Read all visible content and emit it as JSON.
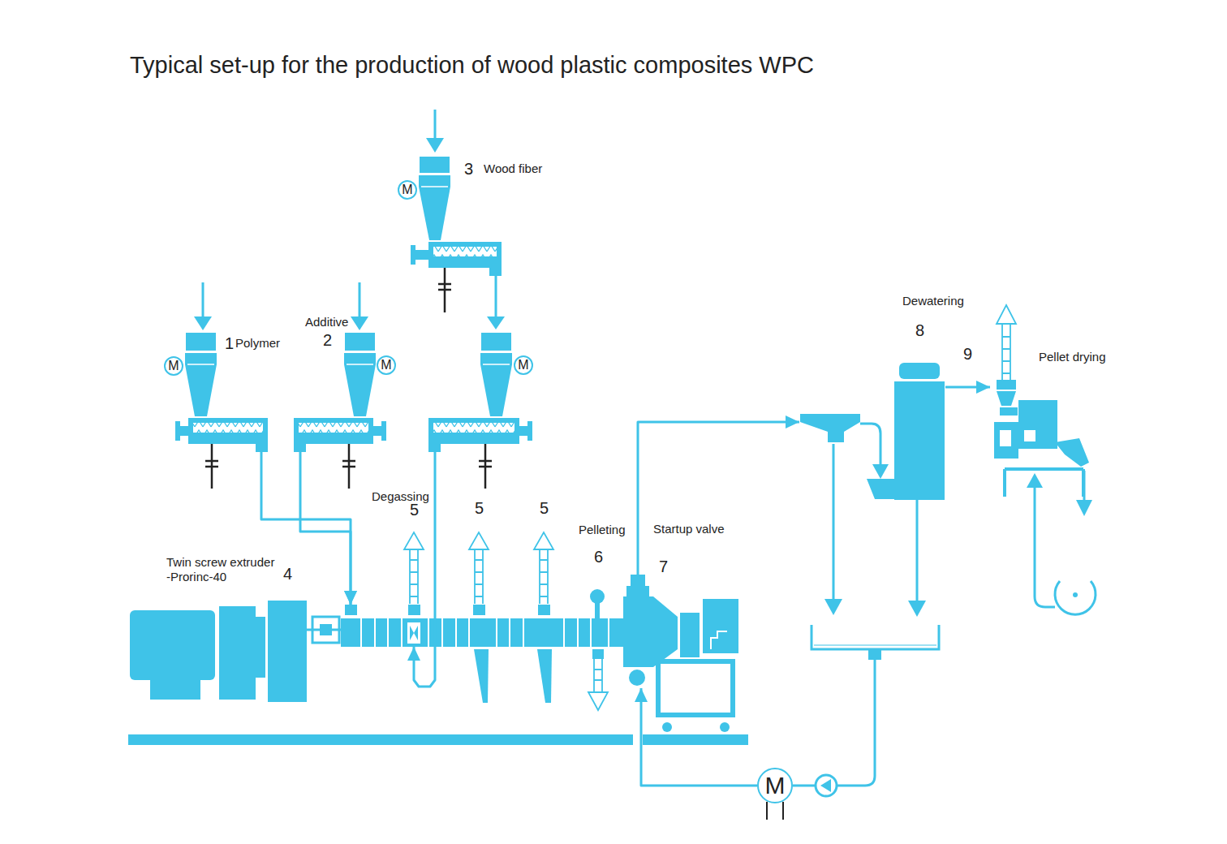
{
  "diagram": {
    "title": "Typical set-up for the production of wood plastic composites WPC",
    "nodes": [
      {
        "text": [
          "3",
          "Wood fiber"
        ]
      },
      {
        "text": [
          "M"
        ],
        "in": 0
      },
      {
        "text": [
          "M"
        ],
        "in": 0
      },
      {
        "text": [
          "1",
          "Polymer"
        ]
      },
      {
        "text": [
          "M"
        ],
        "in": 3
      },
      {
        "text": [
          "Additive",
          "2"
        ]
      },
      {
        "text": [
          "M"
        ],
        "in": 5
      },
      {
        "text": [
          "Dewatering",
          "8"
        ]
      },
      {
        "text": [
          "9",
          "Pellet drying"
        ]
      },
      {
        "text": [
          "Twin screw extruder -Prorinc-40",
          "4"
        ]
      },
      {
        "text": [
          "Startup valve",
          "7"
        ]
      },
      {
        "text": [
          "M"
        ]
      }
    ],
    "edges": [
      {
        "from": 3,
        "to": 9,
        "arrow": "to"
      },
      {
        "from": 5,
        "to": 9,
        "arrow": "to"
      },
      {
        "from": 0,
        "to": 9,
        "arrow": "to"
      },
      {
        "from": 10,
        "to": 7,
        "arrow": "to"
      },
      {
        "from": 7,
        "to": 8,
        "arrow": "to"
      },
      {
        "from": 11,
        "to": 10,
        "arrow": "to"
      }
    ],
    "labels": [
      "Degassing",
      "5",
      "5",
      "5",
      "Pelleting",
      "6"
    ]
  }
}
